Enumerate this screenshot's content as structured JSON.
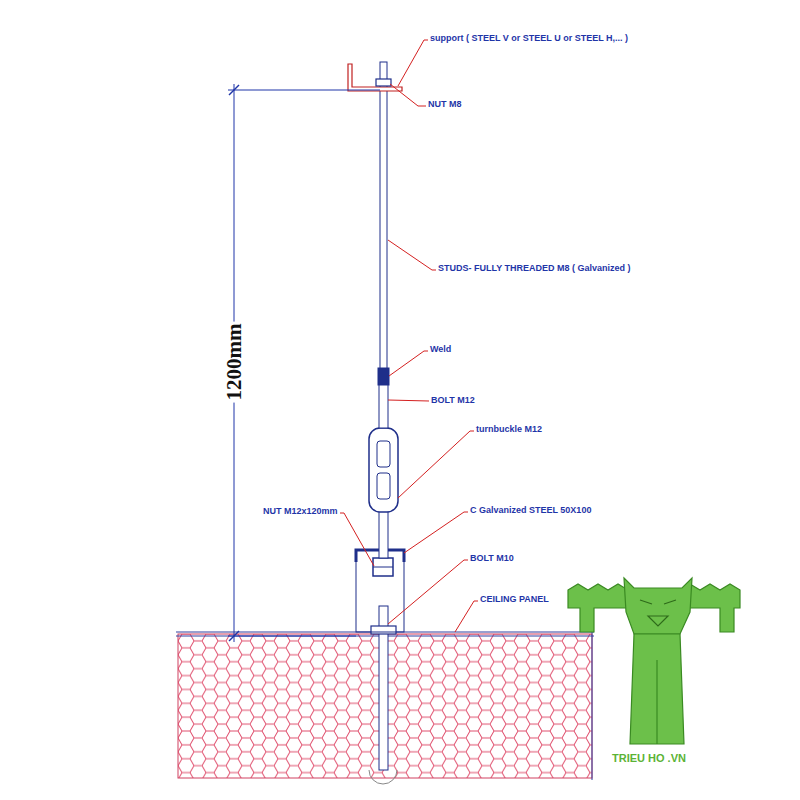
{
  "diagram": {
    "labels": [
      "support ( STEEL V or STEEL U or STEEL H,... )",
      "NUT M8",
      "STUDS- FULLY THREADED M8 ( Galvanized )",
      "Weld",
      "BOLT M12",
      "turnbuckle M12",
      "NUT M12x120mm",
      "C Galvanized STEEL 50X100",
      "BOLT M10",
      "CEILING PANEL",
      "1200mm",
      "TRIEU HO .VN"
    ]
  }
}
